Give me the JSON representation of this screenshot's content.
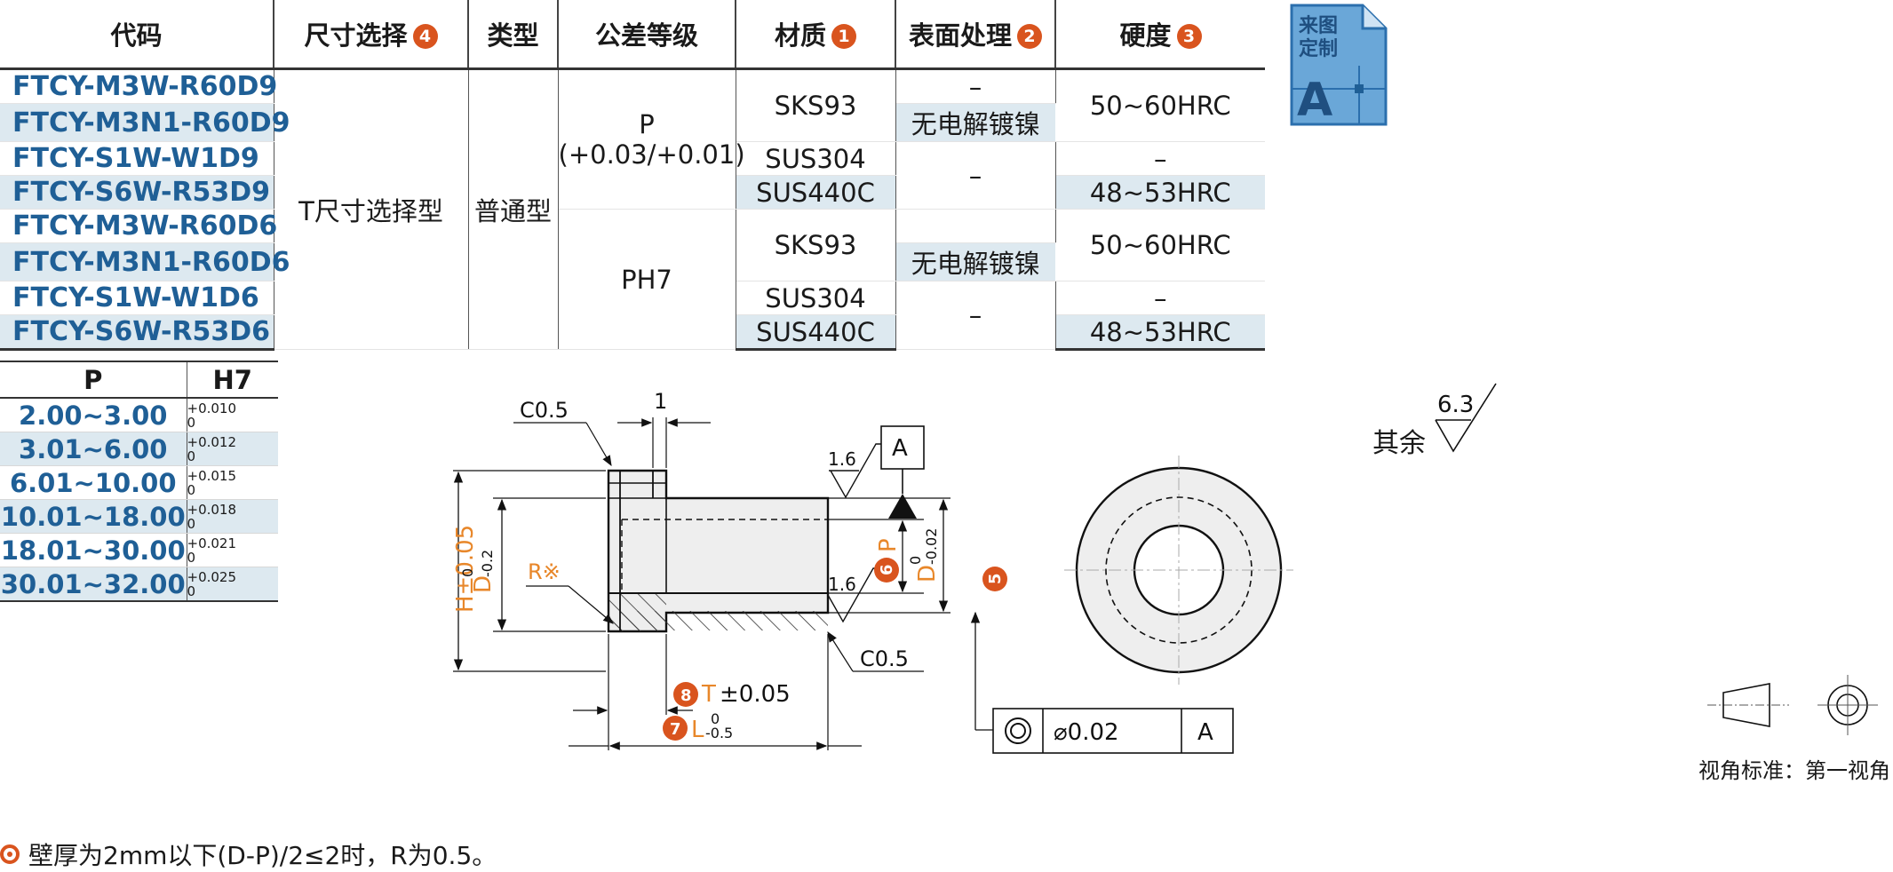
{
  "headers": {
    "code": "代码",
    "size": "尺寸选择",
    "size_badge": "4",
    "type": "类型",
    "tolerance": "公差等级",
    "material": "材质",
    "material_badge": "1",
    "surface": "表面处理",
    "surface_badge": "2",
    "hardness": "硬度",
    "hardness_badge": "3"
  },
  "codes": [
    "FTCY-M3W-R60D9",
    "FTCY-M3N1-R60D9",
    "FTCY-S1W-W1D9",
    "FTCY-S6W-R53D9",
    "FTCY-M3W-R60D6",
    "FTCY-M3N1-R60D6",
    "FTCY-S1W-W1D6",
    "FTCY-S6W-R53D6"
  ],
  "merged": {
    "size": "T尺寸选择型",
    "type": "普通型",
    "tol1_line1": "P",
    "tol1_line2": "(+0.03/+0.01)",
    "tol2": "PH7",
    "mat_sks93_a": "SKS93",
    "mat_sus304_a": "SUS304",
    "mat_sus440c_a": "SUS440C",
    "mat_sks93_b": "SKS93",
    "mat_sus304_b": "SUS304",
    "mat_sus440c_b": "SUS440C",
    "surf_r1": "–",
    "surf_r2": "无电解镀镍",
    "surf_r3r4": "–",
    "surf_r6": "无电解镀镍",
    "surf_r7r8": "–",
    "hard_r1r2": "50~60HRC",
    "hard_r3": "–",
    "hard_r4": "48~53HRC",
    "hard_r5r6": "50~60HRC",
    "hard_r7": "–",
    "hard_r8": "48~53HRC"
  },
  "tolerance_table": {
    "col_p": "P",
    "col_h7": "H7",
    "rows": [
      {
        "p": "2.00~3.00",
        "upper": "+0.010",
        "lower": "0"
      },
      {
        "p": "3.01~6.00",
        "upper": "+0.012",
        "lower": "0"
      },
      {
        "p": "6.01~10.00",
        "upper": "+0.015",
        "lower": "0"
      },
      {
        "p": "10.01~18.00",
        "upper": "+0.018",
        "lower": "0"
      },
      {
        "p": "18.01~30.00",
        "upper": "+0.021",
        "lower": "0"
      },
      {
        "p": "30.01~32.00",
        "upper": "+0.025",
        "lower": "0"
      }
    ]
  },
  "custom_badge": {
    "line1": "来图",
    "line2": "定制",
    "letter": "A"
  },
  "drawing": {
    "chamfer_top": "C0.5",
    "dim_1": "1",
    "roughness_1": "1.6",
    "roughness_2": "1.6",
    "datum": "A",
    "r_mark": "R※",
    "h_label": "H±0.05",
    "d_left_label": "D",
    "d_left_tol_upper": "0",
    "d_left_tol_lower": "-0.2",
    "p_label": "P",
    "p_badge": "6",
    "d_right_label": "D",
    "d_right_tol_upper": "0",
    "d_right_tol_lower": "-0.02",
    "d_right_badge": "5",
    "chamfer_bottom": "C0.5",
    "t_badge": "8",
    "t_label": "T",
    "t_tol": "±0.05",
    "l_badge": "7",
    "l_label": "L",
    "l_tol_upper": "0",
    "l_tol_lower": "-0.5",
    "frame_tol": "⌀0.02",
    "frame_datum": "A"
  },
  "rest_label": "其余",
  "rest_roughness": "6.3",
  "view_standard": "视角标准：第一视角",
  "note": "壁厚为2mm以下(D-P)/2≤2时，R为0.5。",
  "colors": {
    "accent": "#d9541e",
    "code_blue": "#1f5f96",
    "row_blue": "#dde9f0",
    "orange_text": "#e8872a"
  }
}
